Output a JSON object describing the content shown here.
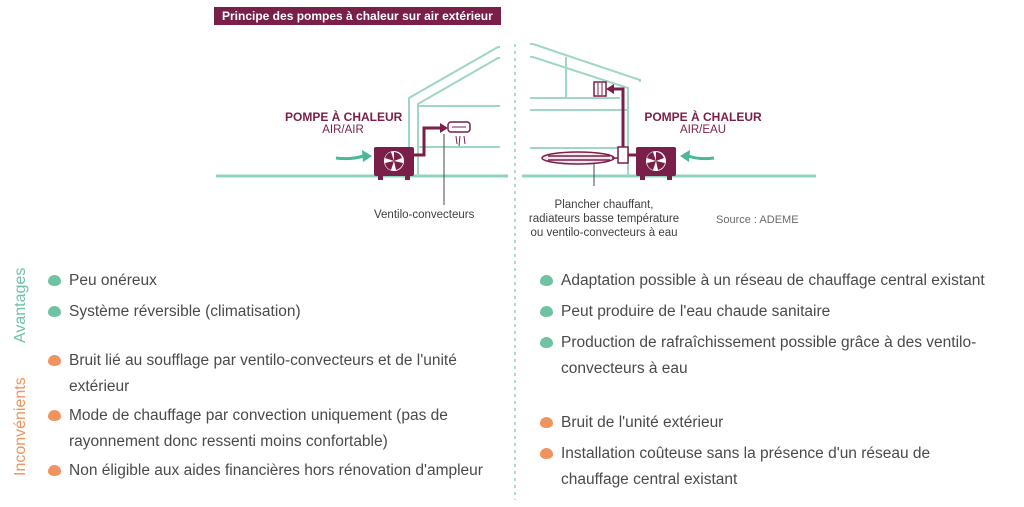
{
  "title": "Principe des pompes à chaleur sur air extérieur",
  "left_pump": {
    "label_line1": "POMPE À CHALEUR",
    "label_line2": "AIR/AIR",
    "caption": "Ventilo-convecteurs"
  },
  "right_pump": {
    "label_line1": "POMPE À CHALEUR",
    "label_line2": "AIR/EAU",
    "caption_lines": [
      "Plancher chauffant,",
      "radiateurs basse température",
      "ou ventilo-convecteurs à eau"
    ]
  },
  "source": "Source : ADEME",
  "side_labels": {
    "advantages": "Avantages",
    "disadvantages": "Inconvénients"
  },
  "left_column": {
    "advantages": [
      "Peu onéreux",
      "Système réversible (climatisation)"
    ],
    "disadvantages": [
      [
        "Bruit lié au soufflage par ventilo-convecteurs et de l'unité",
        "extérieur"
      ],
      [
        "Mode de chauffage par convection uniquement (pas de",
        "rayonnement donc ressenti moins confortable)"
      ],
      [
        "Non éligible aux aides financières hors rénovation d'ampleur"
      ]
    ]
  },
  "right_column": {
    "advantages": [
      [
        "Adaptation possible à un réseau de chauffage central existant"
      ],
      [
        "Peut produire de l'eau chaude sanitaire"
      ],
      [
        "Production de rafraîchissement possible grâce à des ventilo-",
        "convecteurs à eau"
      ]
    ],
    "disadvantages": [
      [
        "Bruit de l'unité extérieur"
      ],
      [
        "Installation coûteuse sans  la présence d'un réseau de",
        "chauffage central existant"
      ]
    ]
  },
  "colors": {
    "brand": "#7a1f49",
    "green": "#6fc3a3",
    "orange": "#f0935e",
    "text": "#4a4a4a"
  }
}
